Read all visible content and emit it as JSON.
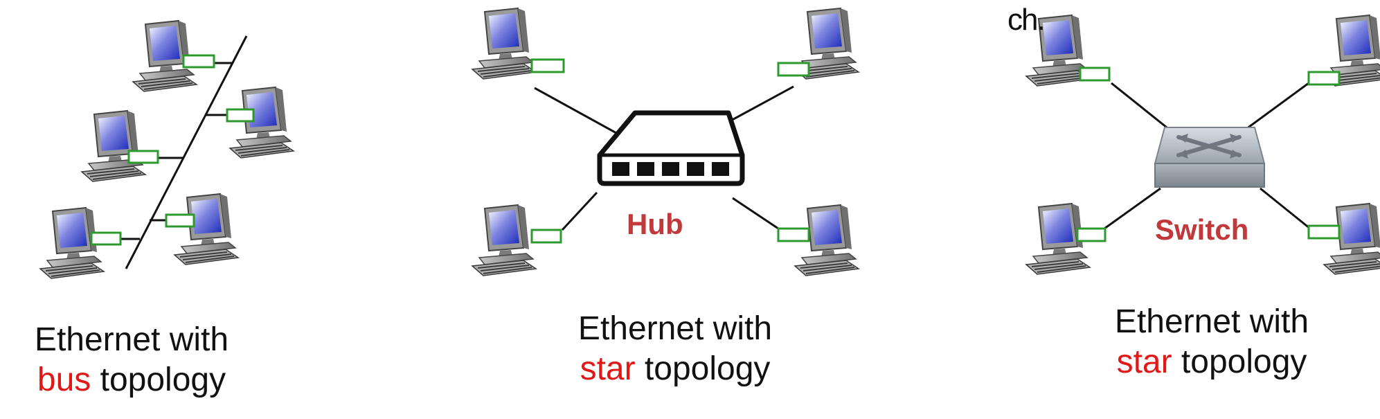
{
  "colors": {
    "wire": "#111111",
    "nic": "#2c9a2c",
    "highlight": "#e01818",
    "device_label": "#c0393b",
    "hub": "#111111",
    "switch": "#9aa4ad"
  },
  "panels": {
    "bus": {
      "caption_line1": "Ethernet with",
      "caption_highlight": "bus",
      "caption_rest": " topology"
    },
    "hub": {
      "caption_line1": "Ethernet with",
      "caption_highlight": "star",
      "caption_rest": " topology",
      "device_label": "Hub"
    },
    "switch": {
      "caption_line1": "Ethernet with",
      "caption_highlight": "star",
      "caption_rest": " topology",
      "device_label": "Switch",
      "cropped_fragment": "ch."
    }
  },
  "icons": [
    "computer-icon",
    "network-card-icon",
    "hub-icon",
    "switch-icon"
  ]
}
